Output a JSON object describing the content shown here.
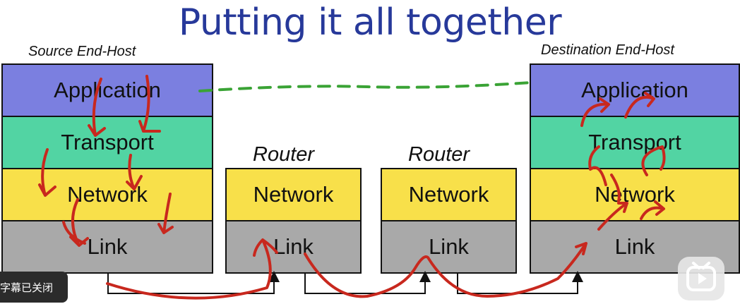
{
  "title": "Putting it all together",
  "source_label": "Source End-Host",
  "dest_label": "Destination End-Host",
  "router1_label": "Router",
  "router2_label": "Router",
  "source_layers": [
    "Application",
    "Transport",
    "Network",
    "Link"
  ],
  "dest_layers": [
    "Application",
    "Transport",
    "Network",
    "Link"
  ],
  "router1_layers": [
    "Network",
    "Link"
  ],
  "router2_layers": [
    "Network",
    "Link"
  ],
  "subtitle_toggle": "字幕已关闭",
  "colors": {
    "application": "#7b7fe0",
    "transport": "#52d4a3",
    "network": "#f8e04a",
    "link": "#a9a9a9",
    "annotation_red": "#c8281e",
    "annotation_green": "#3aa335",
    "title": "#27399a"
  },
  "icons": {
    "play": "play-icon"
  }
}
